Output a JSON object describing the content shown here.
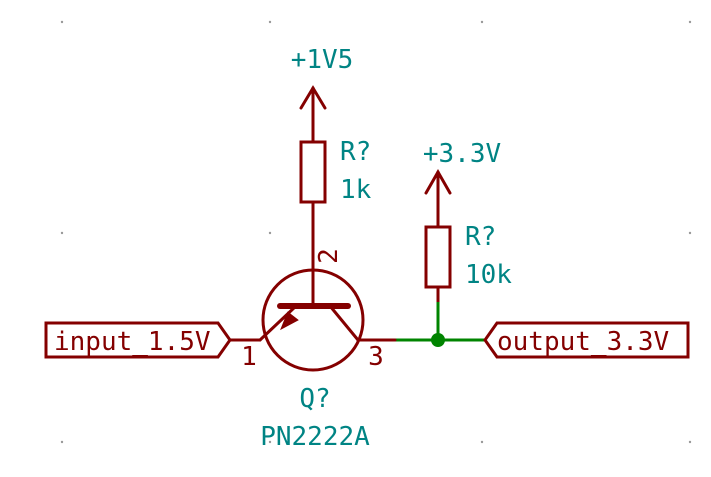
{
  "colors": {
    "background": "#ffffff",
    "component": "#840000",
    "text": "#008484",
    "wire": "#008400",
    "grid": "#999999"
  },
  "power": {
    "vcc_low": "+1V5",
    "vcc_high": "+3.3V"
  },
  "resistors": {
    "r1": {
      "ref": "R?",
      "value": "1k"
    },
    "r2": {
      "ref": "R?",
      "value": "10k"
    }
  },
  "transistor": {
    "ref": "Q?",
    "value": "PN2222A",
    "pin_base": "1",
    "pin_collector": "2",
    "pin_emitter": "3"
  },
  "labels": {
    "input": "input_1.5V",
    "output": "output_3.3V"
  }
}
